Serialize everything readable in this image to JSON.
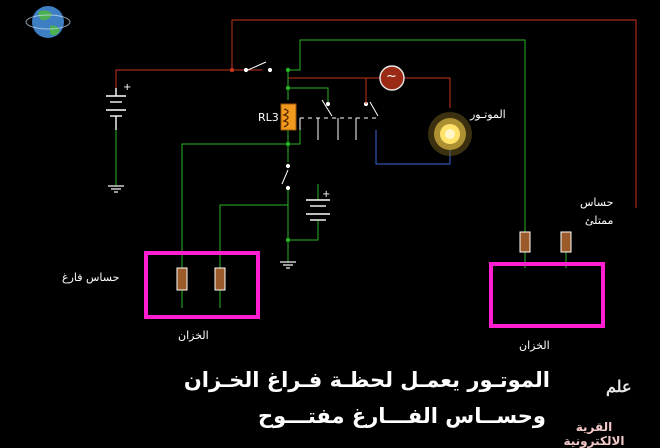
{
  "diagram": {
    "colors": {
      "background": "#000000",
      "wire_red": "#c8331e",
      "wire_green": "#27b327",
      "wire_blue": "#3b63d8",
      "tank_border": "#ff1fd1",
      "resistor": "#9b5a2a",
      "lamp": "#ffd84a"
    },
    "labels": {
      "relay": "RL3",
      "motor": "الموتـور",
      "sensor_full": "حساس\nممتلئ",
      "sensor_empty": "حساس فارغ",
      "tank_left": "الخزان",
      "tank_right": "الخزان",
      "plus_top": "+",
      "plus_mid": "+",
      "motor_symbol": "~"
    },
    "caption": {
      "line1": "الموتـور يعمـل لحظـة فـراغ الخـزان",
      "line2": "وحســاس الفـــارغ مفتـــوح"
    },
    "logo": {
      "title": "علم",
      "name": "القرية الالكترونية"
    }
  }
}
